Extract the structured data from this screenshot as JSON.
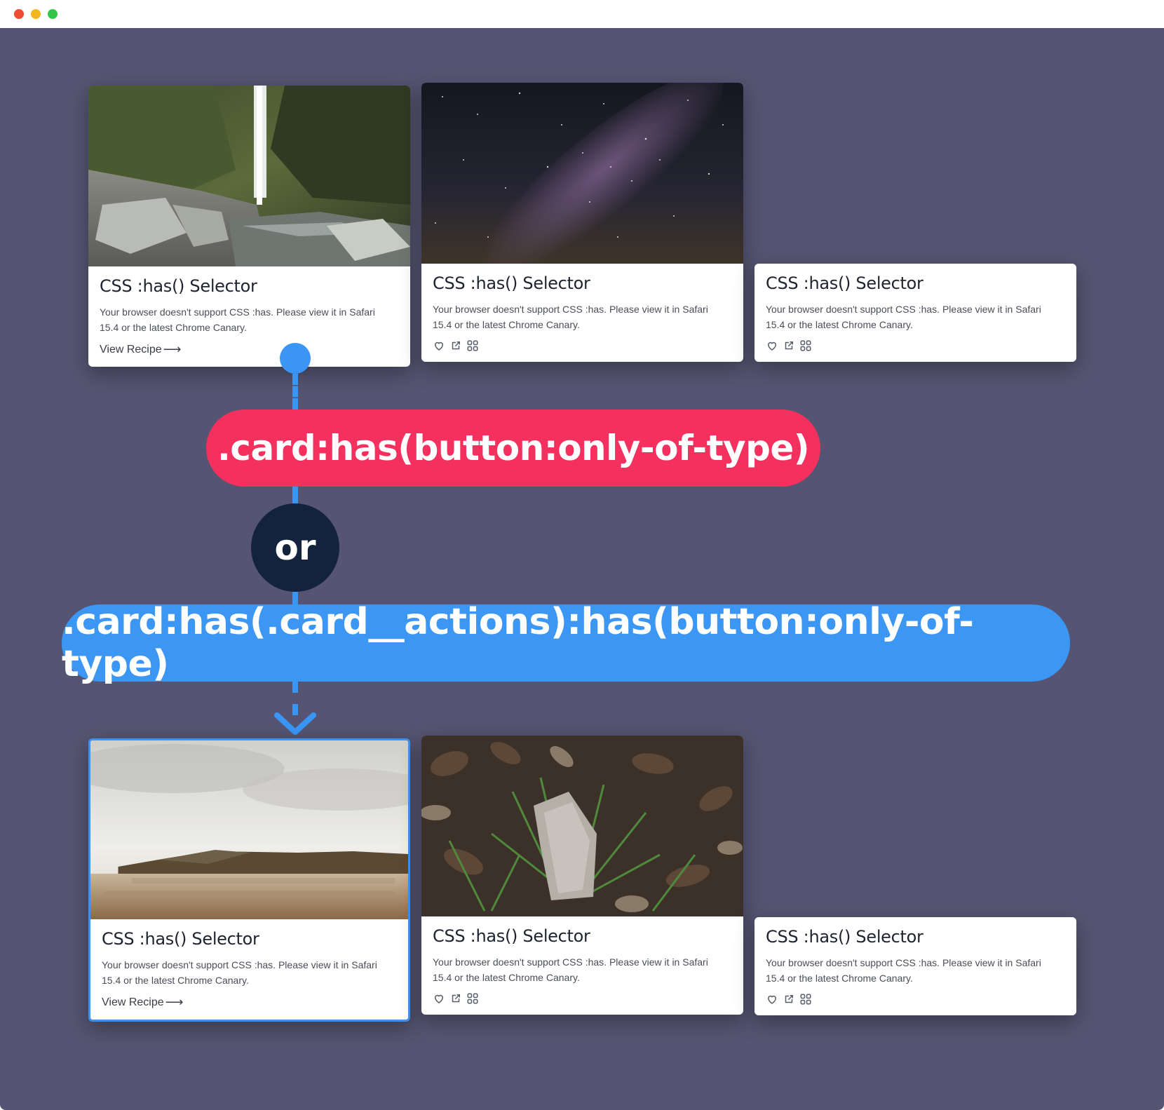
{
  "window": {
    "controls": [
      "close",
      "minimize",
      "maximize"
    ]
  },
  "colors": {
    "background": "#555573",
    "highlight": "#3b93f2",
    "selector_red": "#f4305f",
    "selector_blue": "#3b97f3",
    "or_circle": "#13223d"
  },
  "cards": [
    {
      "title": "CSS :has() Selector",
      "text": "Your browser doesn't support CSS :has. Please view it in Safari 15.4 or the latest Chrome Canary.",
      "link": "View Recipe",
      "image": "waterfall"
    },
    {
      "title": "CSS :has() Selector",
      "text": "Your browser doesn't support CSS :has. Please view it in Safari 15.4 or the latest Chrome Canary.",
      "actions": [
        "heart-icon",
        "share-icon",
        "grid-icon"
      ],
      "image": "starry-sky"
    },
    {
      "title": "CSS :has() Selector",
      "text": "Your browser doesn't support CSS :has. Please view it in Safari 15.4 or the latest Chrome Canary.",
      "actions": [
        "heart-icon",
        "share-icon",
        "grid-icon"
      ]
    },
    {
      "title": "CSS :has() Selector",
      "text": "Your browser doesn't support CSS :has. Please view it in Safari 15.4 or the latest Chrome Canary.",
      "link": "View Recipe",
      "image": "beach"
    },
    {
      "title": "CSS :has() Selector",
      "text": "Your browser doesn't support CSS :has. Please view it in Safari 15.4 or the latest Chrome Canary.",
      "actions": [
        "heart-icon",
        "share-icon",
        "grid-icon"
      ],
      "image": "leaves"
    },
    {
      "title": "CSS :has() Selector",
      "text": "Your browser doesn't support CSS :has. Please view it in Safari 15.4 or the latest Chrome Canary.",
      "actions": [
        "heart-icon",
        "share-icon",
        "grid-icon"
      ]
    }
  ],
  "selectors": {
    "first": ".card:has(button:only-of-type)",
    "or": "or",
    "second": ".card:has(.card__actions):has(button:only-of-type)"
  }
}
